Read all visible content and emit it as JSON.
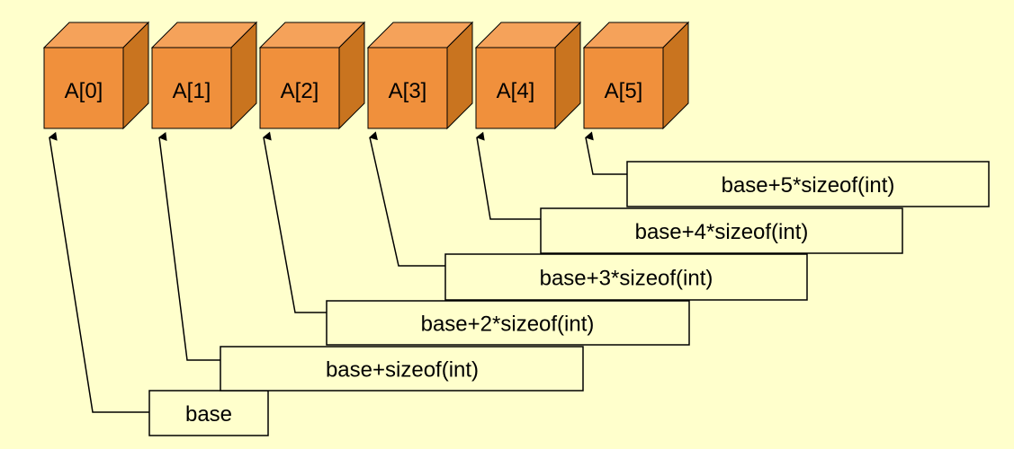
{
  "background_color": "#FFFFCC",
  "cube_colors": {
    "front": "#F0903C",
    "top": "#F5A25A",
    "side": "#C9741F",
    "outline": "#000000"
  },
  "array_elements": [
    "A[0]",
    "A[1]",
    "A[2]",
    "A[3]",
    "A[4]",
    "A[5]"
  ],
  "address_expressions": [
    "base",
    "base+sizeof(int)",
    "base+2*sizeof(int)",
    "base+3*sizeof(int)",
    "base+4*sizeof(int)",
    "base+5*sizeof(int)"
  ]
}
